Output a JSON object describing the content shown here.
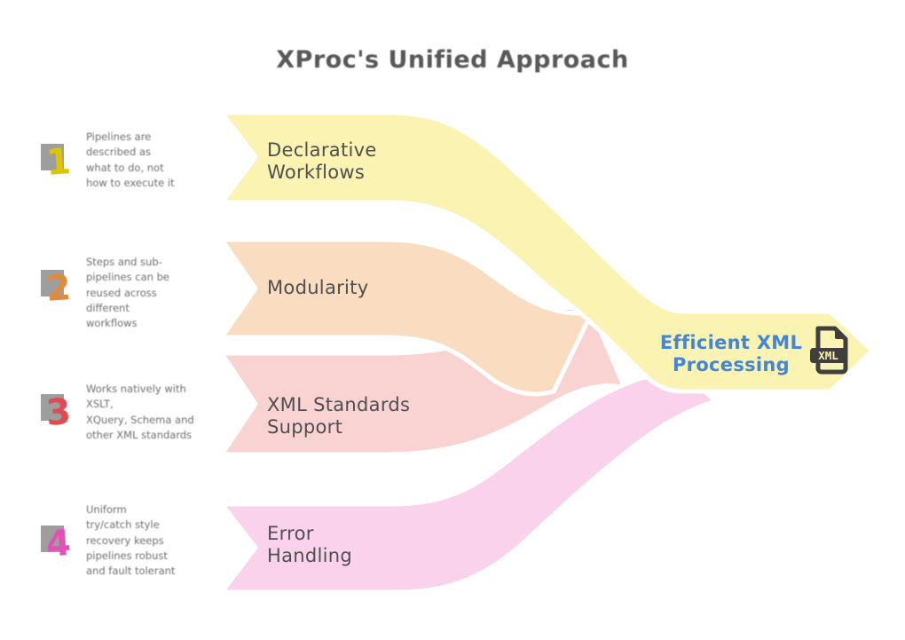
{
  "title": "XProc's Unified Approach",
  "items": [
    {
      "number": "1",
      "label_line1": "Declarative",
      "label_line2": "Workflows",
      "desc": [
        "Pipelines are",
        "described as",
        "what to do, not",
        "how to execute it"
      ]
    },
    {
      "number": "2",
      "label_line1": "Modularity",
      "label_line2": "",
      "desc": [
        "Steps and sub-",
        "pipelines can be",
        "reused across",
        "different",
        "workflows"
      ]
    },
    {
      "number": "3",
      "label_line1": "XML Standards",
      "label_line2": "Support",
      "desc": [
        "Works natively with",
        "XSLT,",
        "XQuery, Schema and",
        "other XML standards"
      ]
    },
    {
      "number": "4",
      "label_line1": "Error",
      "label_line2": "Handling",
      "desc": [
        "Uniform",
        "try/catch style",
        "recovery keeps",
        "pipelines robust",
        "and fault tolerant"
      ]
    }
  ],
  "output": {
    "label_line1": "Efficient XML",
    "label_line2": "Processing",
    "icon_text": "XML"
  },
  "colors": {
    "band_yellow": "#FAF3B1",
    "band_peach": "#FADCC0",
    "band_rose": "#F9D2D2",
    "band_pink": "#FAD2EC",
    "band_outline": "#FFFFFF",
    "title_text": "#4A4A4A",
    "label_text": "#4F4F4F",
    "desc_text": "#5A5A5A",
    "output_text": "#4585D9",
    "icon_dark": "#3F3F3F",
    "number_1": "#DFC400",
    "number_2": "#E08B3A",
    "number_3": "#E04A50",
    "number_4": "#E350B5",
    "number_shadow": "#9E9E9E"
  }
}
